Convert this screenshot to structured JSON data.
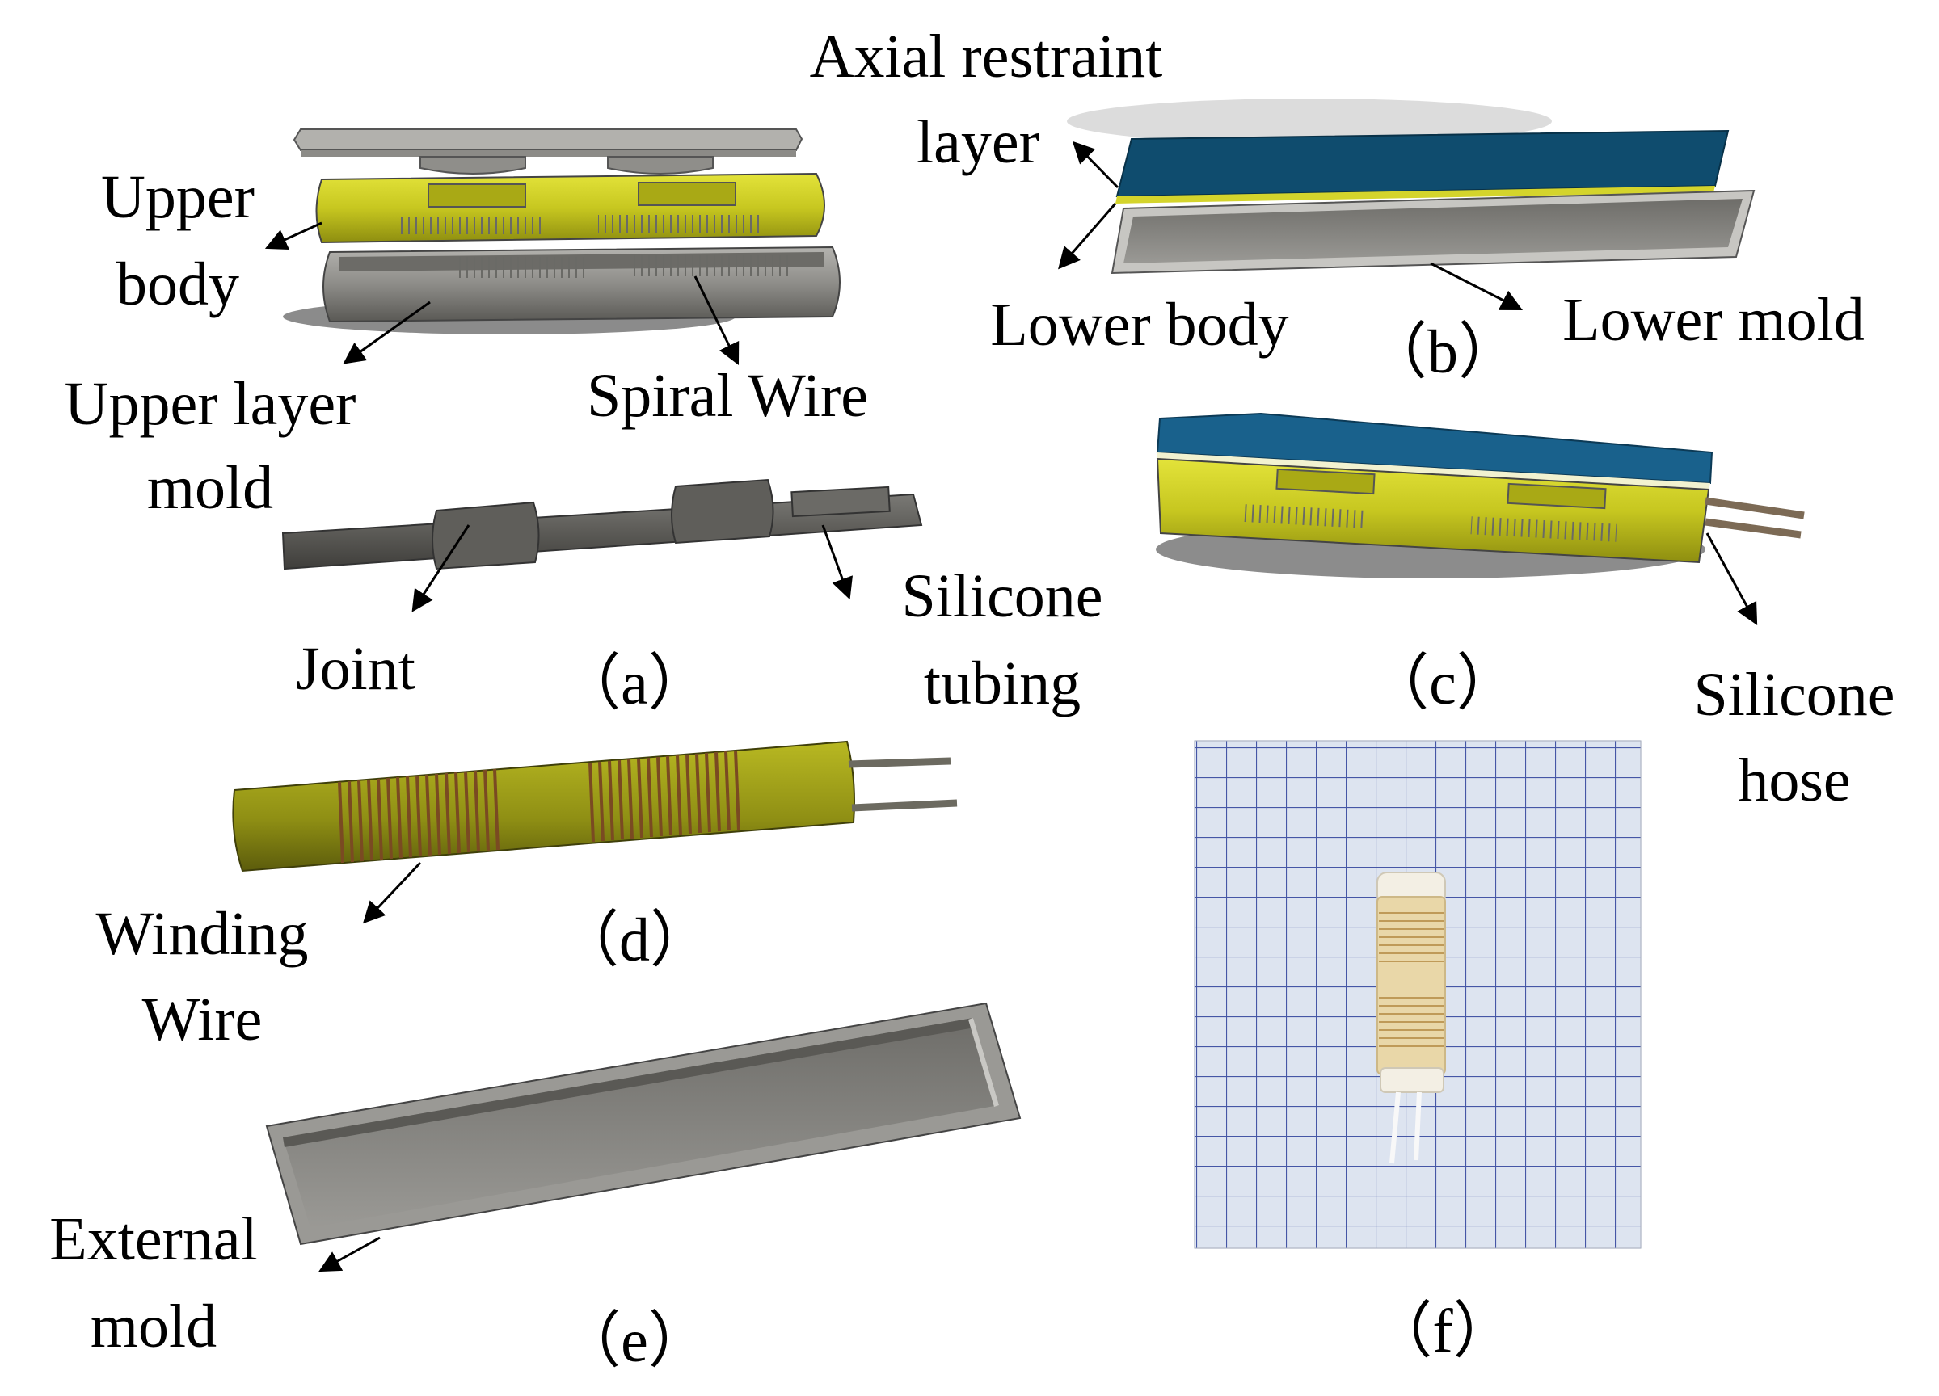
{
  "labels": {
    "axial_1": "Axial restraint",
    "axial_2": "layer",
    "upper_body_1": "Upper",
    "upper_body_2": "body",
    "upper_layer_mold_1": "Upper layer",
    "upper_layer_mold_2": "mold",
    "spiral_wire": "Spiral Wire",
    "lower_body": "Lower body",
    "lower_mold": "Lower mold",
    "joint": "Joint",
    "silicone_tubing_1": "Silicone",
    "silicone_tubing_2": "tubing",
    "silicone_hose_1": "Silicone",
    "silicone_hose_2": "hose",
    "winding_wire_1": "Winding",
    "winding_wire_2": "Wire",
    "external_mold_1": "External",
    "external_mold_2": "mold"
  },
  "panels": {
    "a": "（a）",
    "b": "（b）",
    "c": "（c）",
    "d": "（d）",
    "e": "（e）",
    "f": "（f）"
  },
  "colors": {
    "yellow": "#c8c81e",
    "gray": "#8a8985",
    "dark_gray": "#5e5d59",
    "blue": "#0f4c6e",
    "copper": "#7a4a22"
  }
}
